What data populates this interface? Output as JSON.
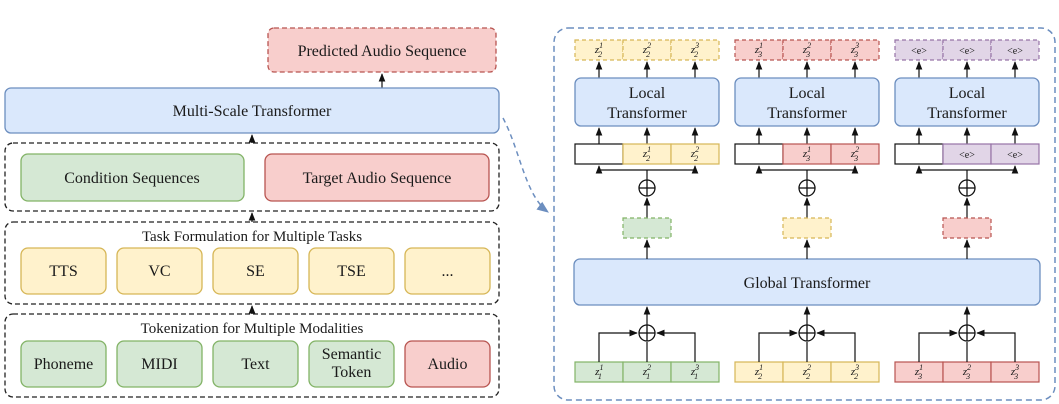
{
  "colors": {
    "blue_fill": "#dae8fc",
    "blue_stroke": "#6c8ebf",
    "green_fill": "#d5e8d4",
    "green_stroke": "#82b366",
    "red_fill": "#f8cecc",
    "red_stroke": "#b85450",
    "yellow_fill": "#fff2cc",
    "yellow_stroke": "#d6b656",
    "purple_fill": "#e1d5e7",
    "purple_stroke": "#9673a6",
    "dashed_border": "#6c8ebf"
  },
  "left": {
    "predicted": "Predicted Audio Sequence",
    "multi_scale": "Multi-Scale Transformer",
    "condition": "Condition Sequences",
    "target": "Target Audio Sequence",
    "task_title": "Task Formulation for Multiple Tasks",
    "tasks": [
      "TTS",
      "VC",
      "SE",
      "TSE",
      "..."
    ],
    "token_title": "Tokenization for Multiple Modalities",
    "modalities": [
      "Phoneme",
      "MIDI",
      "Text",
      "Semantic Token",
      "Audio"
    ]
  },
  "right": {
    "local_line1": "Local",
    "local_line2": "Transformer",
    "global": "Global Transformer",
    "end_token": "<e>",
    "tokens_in": [
      {
        "base": "z",
        "sub": "1",
        "sup": [
          "1",
          "2",
          "3"
        ]
      },
      {
        "base": "z",
        "sub": "2",
        "sup": [
          "1",
          "2",
          "3"
        ]
      },
      {
        "base": "z",
        "sub": "3",
        "sup": [
          "1",
          "2",
          "3"
        ]
      }
    ]
  }
}
